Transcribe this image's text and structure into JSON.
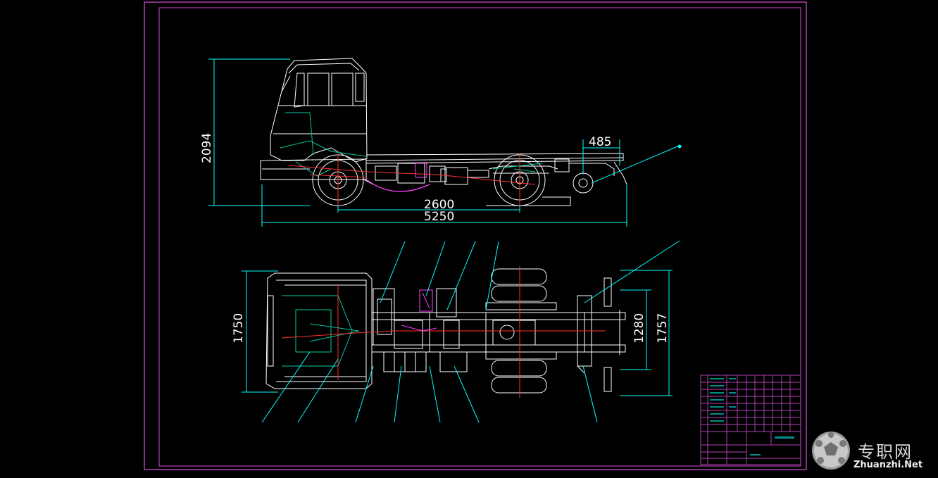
{
  "drawing": {
    "colors": {
      "background": "#000000",
      "frame": "#b040b0",
      "geometry": "#ffffff",
      "dimension": "#00ffff",
      "centerline": "#ff3030",
      "detail": "#00c8a0",
      "piping": "#ff40ff"
    },
    "dimensions": {
      "side_height": "2094",
      "rear_overhang": "485",
      "wheelbase": "2600",
      "overall_length": "5250",
      "front_track": "1750",
      "frame_width": "1280",
      "rear_track": "1757"
    }
  },
  "watermark": {
    "cn": "专职网",
    "en": "Zhuanzhi.Net",
    "icon": "soccer-ball-logo-icon"
  }
}
